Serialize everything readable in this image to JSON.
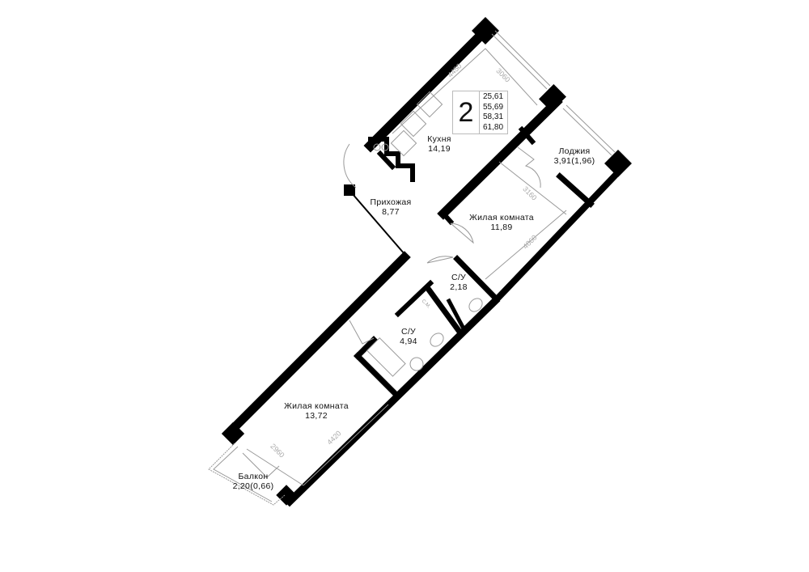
{
  "plan": {
    "rooms_count": "2",
    "areas": [
      "25,61",
      "55,69",
      "58,31",
      "61,80"
    ],
    "rooms": [
      {
        "name": "Кухня",
        "area": "14,19"
      },
      {
        "name": "Прихожая",
        "area": "8,77"
      },
      {
        "name": "Лоджия",
        "area": "3,91(1,96)"
      },
      {
        "name": "Жилая комната",
        "area": "11,89"
      },
      {
        "name": "С/У",
        "area": "2,18"
      },
      {
        "name": "С/У",
        "area": "4,94"
      },
      {
        "name": "Жилая комната",
        "area": "13,72"
      },
      {
        "name": "Балкон",
        "area": "2,20(0,66)"
      }
    ],
    "dimensions": [
      "4450",
      "3060",
      "3160",
      "4060",
      "2960",
      "4420"
    ],
    "fixture_label": "С.М."
  }
}
